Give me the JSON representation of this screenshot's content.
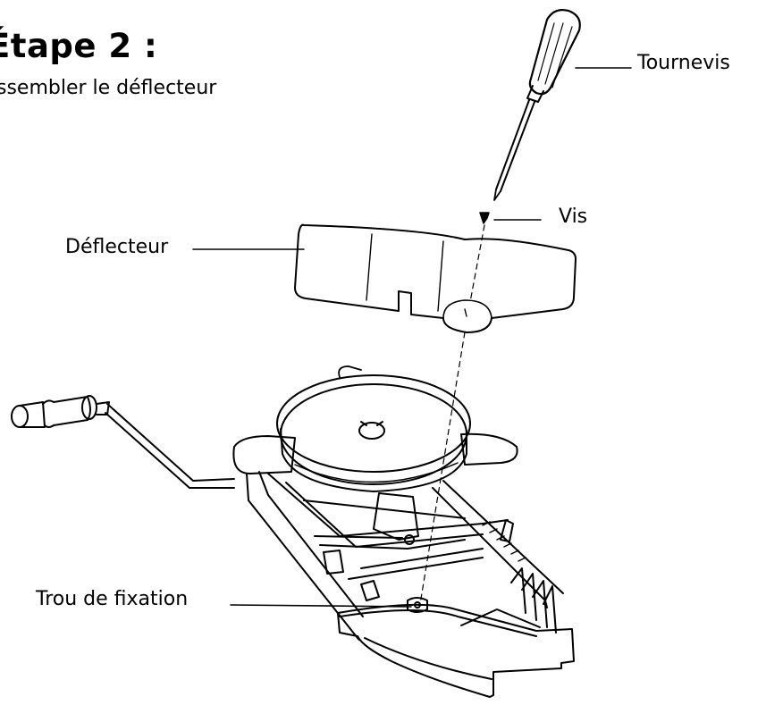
{
  "heading": {
    "title": "Étape 2 :",
    "subtitle": "ssembler le déflecteur"
  },
  "labels": {
    "screwdriver": "Tournevis",
    "screw": "Vis",
    "deflector": "Déflecteur",
    "mounting_hole": "Trou de fixation"
  },
  "colors": {
    "line": "#000000",
    "background": "#ffffff"
  }
}
